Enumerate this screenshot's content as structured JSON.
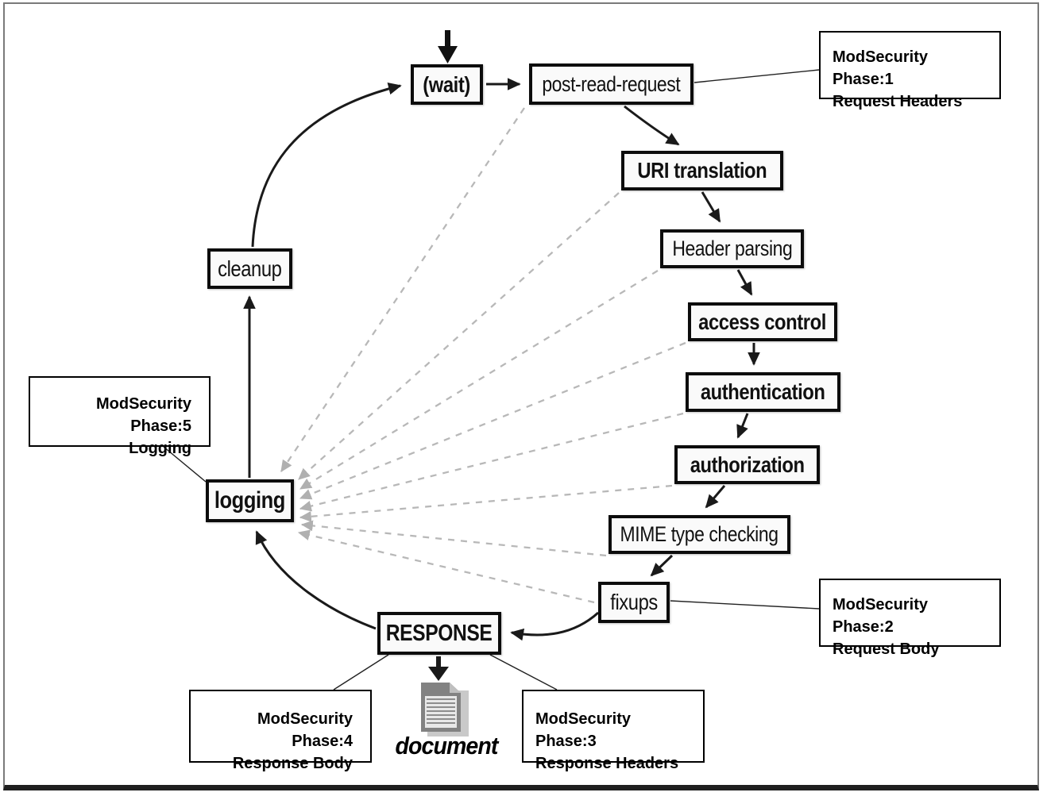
{
  "diagram": {
    "title_hint": "Apache request cycle with ModSecurity phases",
    "nodes": {
      "wait": {
        "label": "(wait)"
      },
      "post_read": {
        "label": "post-read-request"
      },
      "uri_translation": {
        "label": "URI translation"
      },
      "header_parsing": {
        "label": "Header parsing"
      },
      "access_control": {
        "label": "access control"
      },
      "authentication": {
        "label": "authentication"
      },
      "authorization": {
        "label": "authorization"
      },
      "mime_checking": {
        "label": "MIME type checking"
      },
      "fixups": {
        "label": "fixups"
      },
      "response": {
        "label": "RESPONSE"
      },
      "logging": {
        "label": "logging"
      },
      "cleanup": {
        "label": "cleanup"
      }
    },
    "flow_cycle": [
      "(wait)",
      "post-read-request",
      "URI translation",
      "Header parsing",
      "access control",
      "authentication",
      "authorization",
      "MIME type checking",
      "fixups",
      "RESPONSE",
      "logging",
      "cleanup",
      "(wait)"
    ],
    "dashed_arrows_to_logging_from": [
      "post-read-request",
      "URI translation",
      "Header parsing",
      "access control",
      "authentication",
      "authorization",
      "MIME type checking",
      "fixups"
    ],
    "callouts": {
      "phase1": {
        "title": "ModSecurity Phase:1",
        "subtitle": "Request Headers",
        "target": "post-read-request"
      },
      "phase2": {
        "title": "ModSecurity Phase:2",
        "subtitle": "Request Body",
        "target": "fixups"
      },
      "phase3": {
        "title": "ModSecurity Phase:3",
        "subtitle": "Response Headers",
        "target": "RESPONSE"
      },
      "phase4": {
        "title": "ModSecurity Phase:4",
        "subtitle": "Response Body",
        "target": "RESPONSE"
      },
      "phase5": {
        "title": "ModSecurity Phase:5",
        "subtitle": "Logging",
        "target": "logging"
      }
    },
    "document": {
      "label": "document",
      "icon": "document-page-icon"
    },
    "colors": {
      "background": "#ffffff",
      "node_fill": "#fafafa",
      "node_border": "#0c0c0c",
      "solid_arrow": "#1a1a1a",
      "dashed_arrow": "#b5b5b5",
      "callout_border": "#000000",
      "frame_border": "#7a7a7a",
      "document_icon_gray": "#828282"
    }
  }
}
